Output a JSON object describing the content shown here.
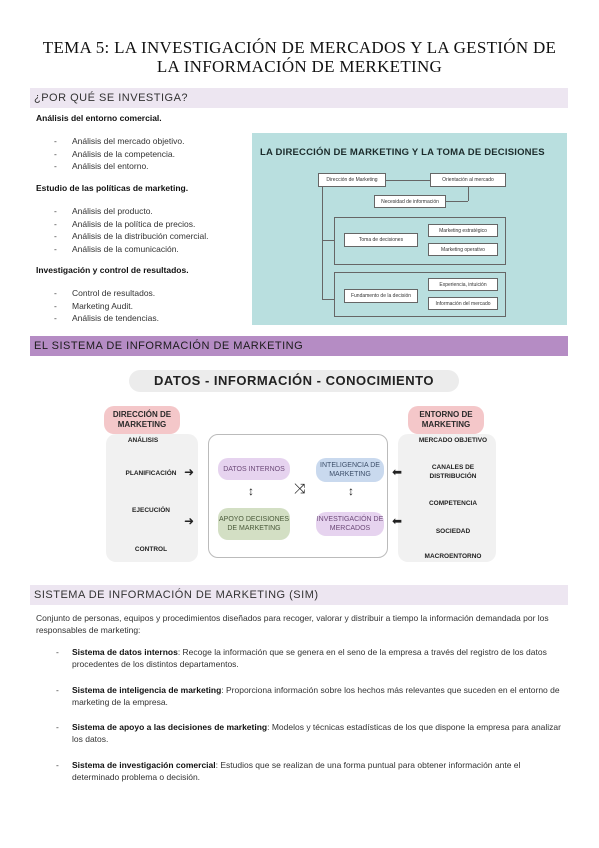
{
  "title_lines": [
    "TEMA 5: LA INVESTIGACIÓN DE MERCADOS Y LA GESTIÓN DE",
    "LA INFORMACIÓN DE MERKETING"
  ],
  "section1": {
    "heading": "¿POR QUÉ SE INVESTIGA?",
    "groups": [
      {
        "title": "Análisis del entorno comercial.",
        "items": [
          "Análisis del mercado objetivo.",
          "Análisis de la competencia.",
          "Análisis del entorno."
        ]
      },
      {
        "title": "Estudio de las políticas de marketing.",
        "items": [
          "Análisis del producto.",
          "Análisis de la política de precios.",
          "Análisis de la distribución comercial.",
          "Análisis de la comunicación."
        ]
      },
      {
        "title": "Investigación y control de resultados.",
        "items": [
          "Control de resultados.",
          "Marketing Audit.",
          "Análisis de tendencias."
        ]
      }
    ],
    "diagram": {
      "title": "LA DIRECCIÓN DE MARKETING Y LA TOMA DE DECISIONES",
      "boxes": {
        "direccion": "Dirección de Marketing",
        "orientacion": "Orientación al mercado",
        "necesidad": "Necesidad de información",
        "toma": "Toma de decisiones",
        "estrategico": "Marketing estratégico",
        "operativo": "Marketing operativo",
        "fundamento": "Fundamento de la decisión",
        "experiencia": "Experiencia, intuición",
        "informacion": "Información del mercado"
      }
    }
  },
  "section2": {
    "heading": "EL SISTEMA DE INFORMACIÓN DE MARKETING",
    "diagram": {
      "header": "DATOS  -  INFORMACIÓN  -  CONOCIMIENTO",
      "left_title": "DIRECCIÓN DE MARKETING",
      "left_items": [
        "ANÁLISIS",
        "PLANIFICACIÓN",
        "EJECUCIÓN",
        "CONTROL"
      ],
      "right_title": "ENTORNO DE MARKETING",
      "right_items": [
        "MERCADO OBJETIVO",
        "CANALES DE DISTRIBUCIÓN",
        "COMPETENCIA",
        "SOCIEDAD",
        "MACROENTORNO"
      ],
      "center": {
        "datos": "DATOS INTERNOS",
        "inteligencia": "INTELIGENCIA DE MARKETING",
        "apoyo": "APOYO DECISIONES DE MARKETING",
        "investigacion": "INVESTIGACIÓN DE MERCADOS"
      },
      "colors": {
        "pink": "#f4c7c9",
        "blue": "#c9d9ee",
        "green": "#d3dfc4",
        "lilac": "#e6d3ef"
      }
    }
  },
  "section3": {
    "heading": "SISTEMA DE INFORMACIÓN DE MARKETING (SIM)",
    "intro": "Conjunto de personas, equipos y procedimientos diseñados para recoger, valorar y distribuir a tiempo la información demandada por los responsables de marketing:",
    "items": [
      {
        "term": "Sistema de datos internos",
        "text": ": Recoge la información que se genera en el seno de la empresa a través del registro de los datos procedentes de los distintos departamentos."
      },
      {
        "term": "Sistema de inteligencia de marketing",
        "text": ": Proporciona información sobre los hechos más relevantes que suceden en el entorno de marketing de la empresa."
      },
      {
        "term": "Sistema de apoyo a las decisiones de marketing",
        "text": ": Modelos y técnicas estadísticas de los que dispone la empresa para analizar los datos."
      },
      {
        "term": "Sistema de investigación comercial",
        "text": ": Estudios que se realizan de una forma puntual para obtener información ante el determinado problema o decisión."
      }
    ]
  }
}
